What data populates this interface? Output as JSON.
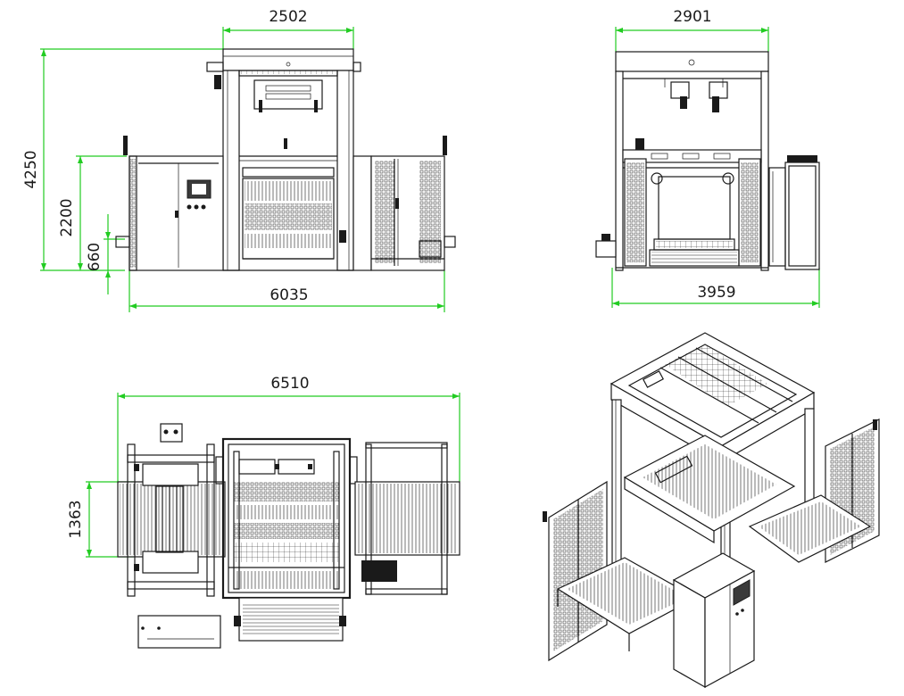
{
  "colors": {
    "dimension_line": "#22cc22",
    "outline": "#1a1a1a",
    "background": "#ffffff"
  },
  "views": {
    "front": {
      "dim_top_width": "2502",
      "dim_total_height": "4250",
      "dim_mid_height": "2200",
      "dim_low_height": "660",
      "dim_bottom_width": "6035"
    },
    "side": {
      "dim_top_width": "2901",
      "dim_bottom_width": "3959"
    },
    "top": {
      "dim_total_width": "6510",
      "dim_left_height": "1363"
    },
    "isometric": {}
  }
}
